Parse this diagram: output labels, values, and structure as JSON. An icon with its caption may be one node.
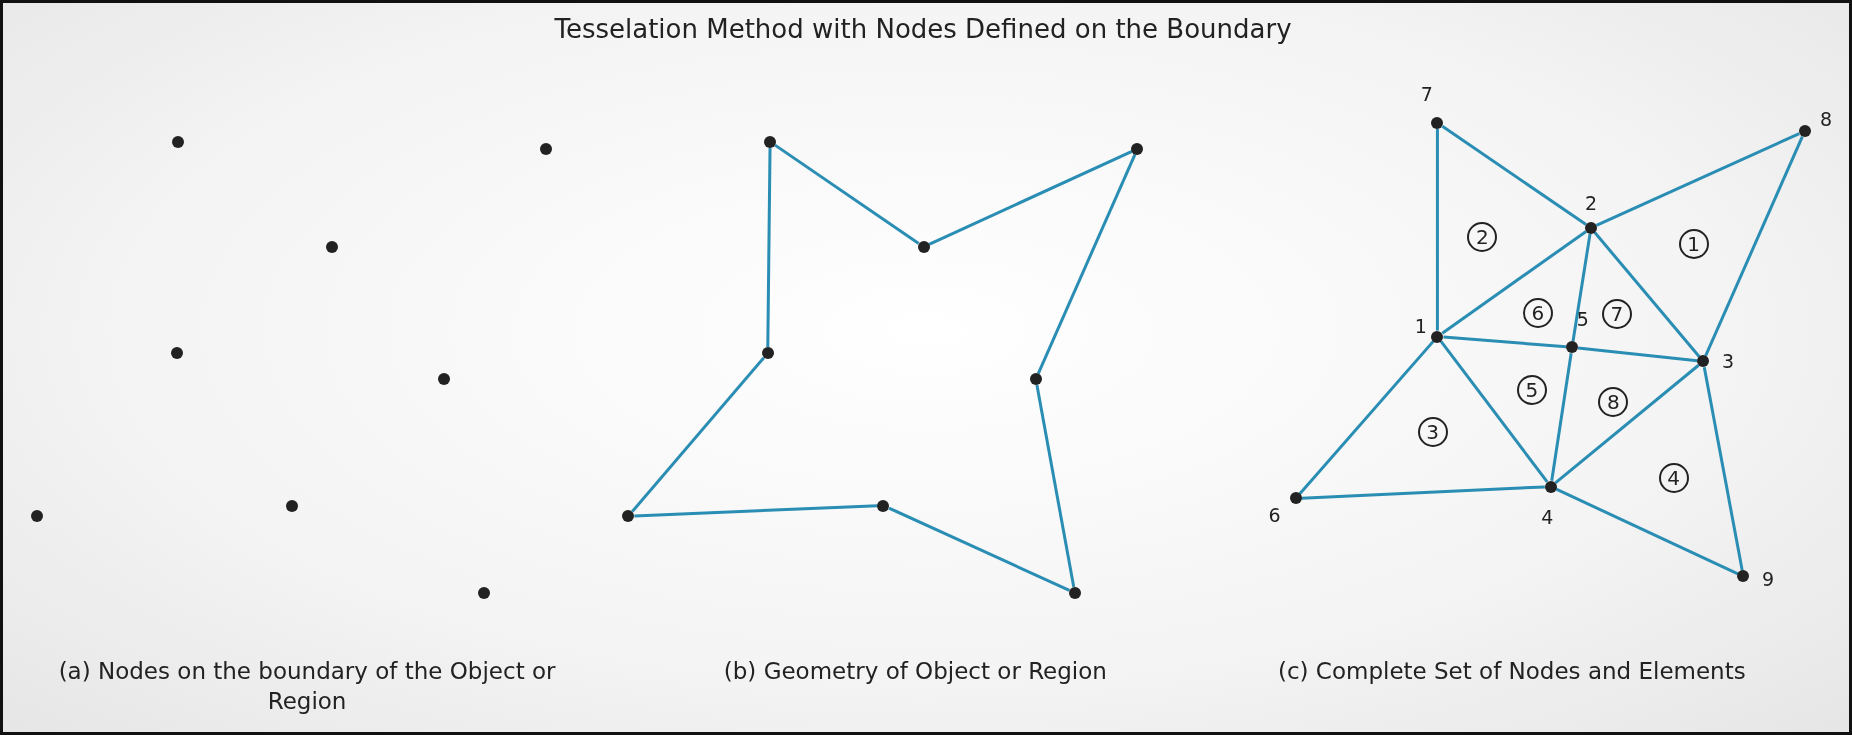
{
  "diagram": {
    "title": "Tesselation Method with Nodes Defined on the Boundary",
    "nodes": [
      {
        "text": [],
        "shape": "circle"
      },
      {
        "text": [],
        "shape": "circle"
      },
      {
        "text": [],
        "shape": "circle"
      },
      {
        "text": [],
        "shape": "circle"
      },
      {
        "text": [],
        "shape": "circle"
      },
      {
        "text": [],
        "shape": "circle"
      },
      {
        "text": [],
        "shape": "circle"
      },
      {
        "text": [],
        "shape": "circle"
      },
      {
        "text": [],
        "shape": "circle"
      },
      {
        "text": [],
        "shape": "circle"
      },
      {
        "text": [],
        "shape": "circle"
      },
      {
        "text": [],
        "shape": "circle"
      },
      {
        "text": [],
        "shape": "circle"
      },
      {
        "text": [],
        "shape": "circle"
      },
      {
        "text": [],
        "shape": "circle"
      },
      {
        "text": [],
        "shape": "circle"
      },
      {
        "text": [],
        "shape": "circle",
        "beside": [
          "6"
        ]
      },
      {
        "text": [],
        "shape": "circle",
        "beside": [
          "7"
        ]
      },
      {
        "text": [],
        "shape": "circle",
        "beside": [
          "1"
        ]
      },
      {
        "text": [],
        "shape": "circle",
        "beside": [
          "4"
        ]
      },
      {
        "text": [],
        "shape": "circle",
        "beside": [
          "5"
        ]
      },
      {
        "text": [],
        "shape": "circle",
        "beside": [
          "2"
        ]
      },
      {
        "text": [],
        "shape": "circle",
        "beside": [
          "3"
        ]
      },
      {
        "text": [],
        "shape": "circle",
        "beside": [
          "9"
        ]
      },
      {
        "text": [],
        "shape": "circle",
        "beside": [
          "8"
        ]
      },
      {
        "text": [
          "2"
        ]
      },
      {
        "text": [
          "1"
        ]
      },
      {
        "text": [
          "6"
        ]
      },
      {
        "text": [
          "7"
        ]
      },
      {
        "text": [
          "5"
        ]
      },
      {
        "text": [
          "8"
        ]
      },
      {
        "text": [
          "3"
        ]
      },
      {
        "text": [
          "4"
        ]
      }
    ],
    "edges": [
      {
        "from": 10,
        "to": 12,
        "arrow": "none"
      },
      {
        "from": 12,
        "to": 15,
        "arrow": "none"
      },
      {
        "from": 15,
        "to": 13,
        "arrow": "none"
      },
      {
        "from": 13,
        "to": 14,
        "arrow": "none"
      },
      {
        "from": 14,
        "to": 11,
        "arrow": "none"
      },
      {
        "from": 11,
        "to": 8,
        "arrow": "none"
      },
      {
        "from": 8,
        "to": 9,
        "arrow": "none"
      },
      {
        "from": 9,
        "to": 10,
        "arrow": "none"
      },
      {
        "from": 17,
        "to": 21,
        "arrow": "none"
      },
      {
        "from": 17,
        "to": 18,
        "arrow": "none"
      },
      {
        "from": 21,
        "to": 24,
        "arrow": "none"
      },
      {
        "from": 24,
        "to": 22,
        "arrow": "none"
      },
      {
        "from": 21,
        "to": 18,
        "arrow": "none"
      },
      {
        "from": 21,
        "to": 20,
        "arrow": "none"
      },
      {
        "from": 21,
        "to": 22,
        "arrow": "none"
      },
      {
        "from": 18,
        "to": 20,
        "arrow": "none"
      },
      {
        "from": 20,
        "to": 22,
        "arrow": "none"
      },
      {
        "from": 18,
        "to": 16,
        "arrow": "none"
      },
      {
        "from": 18,
        "to": 19,
        "arrow": "none"
      },
      {
        "from": 20,
        "to": 19,
        "arrow": "none"
      },
      {
        "from": 22,
        "to": 19,
        "arrow": "none"
      },
      {
        "from": 16,
        "to": 19,
        "arrow": "none"
      },
      {
        "from": 19,
        "to": 23,
        "arrow": "none"
      },
      {
        "from": 22,
        "to": 23,
        "arrow": "none"
      }
    ],
    "labels": [
      "(a) Nodes on the boundary of the Object or Region",
      "(b) Geometry of Object or Region",
      "(c) Complete Set of Nodes and Elements"
    ]
  }
}
